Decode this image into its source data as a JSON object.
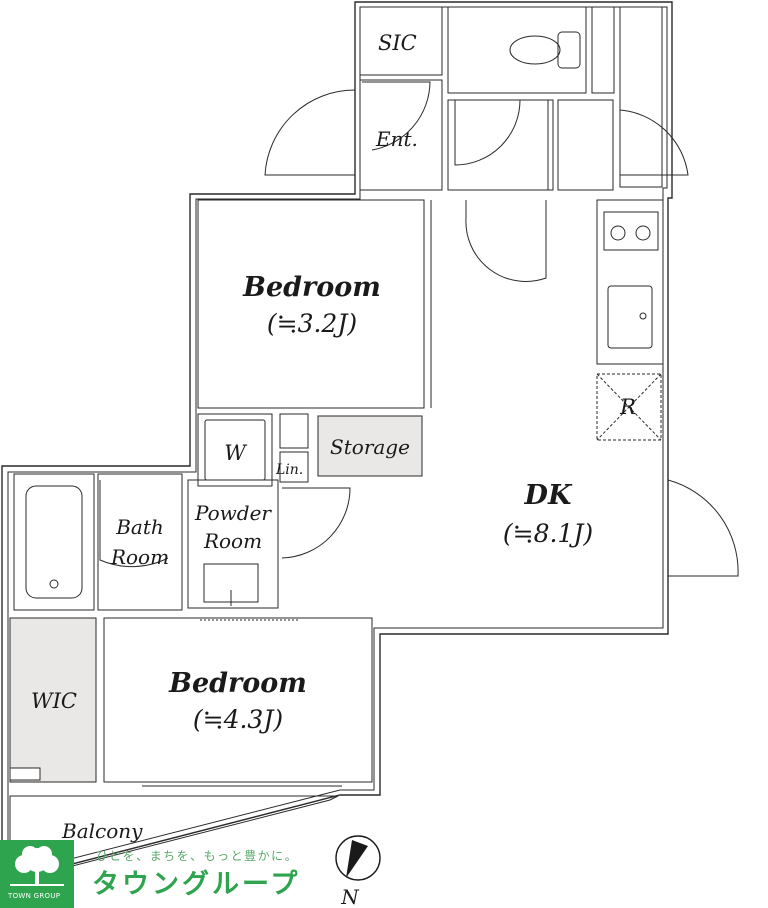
{
  "rooms": {
    "sic": "SIC",
    "entrance": "Ent.",
    "bedroom_upper": {
      "name": "Bedroom",
      "area": "(≒3.2J)"
    },
    "bedroom_lower": {
      "name": "Bedroom",
      "area": "(≒4.3J)"
    },
    "dk": {
      "name": "DK",
      "area": "(≒8.1J)"
    },
    "refrigerator": "R",
    "washer": "W",
    "linen": "Lin.",
    "storage": "Storage",
    "bath": {
      "line1": "Bath",
      "line2": "Room"
    },
    "powder": {
      "line1": "Powder",
      "line2": "Room"
    },
    "wic": "WIC",
    "balcony": "Balcony"
  },
  "compass": {
    "label": "N"
  },
  "brand": {
    "tagline": "ひとを、まちを、もっと豊かに。",
    "name": "タウングループ",
    "sub": "TOWN GROUP",
    "color": "#2fa44f"
  },
  "colors": {
    "wall": "#2a2a2a",
    "gray_fill": "#e9e8e6"
  }
}
